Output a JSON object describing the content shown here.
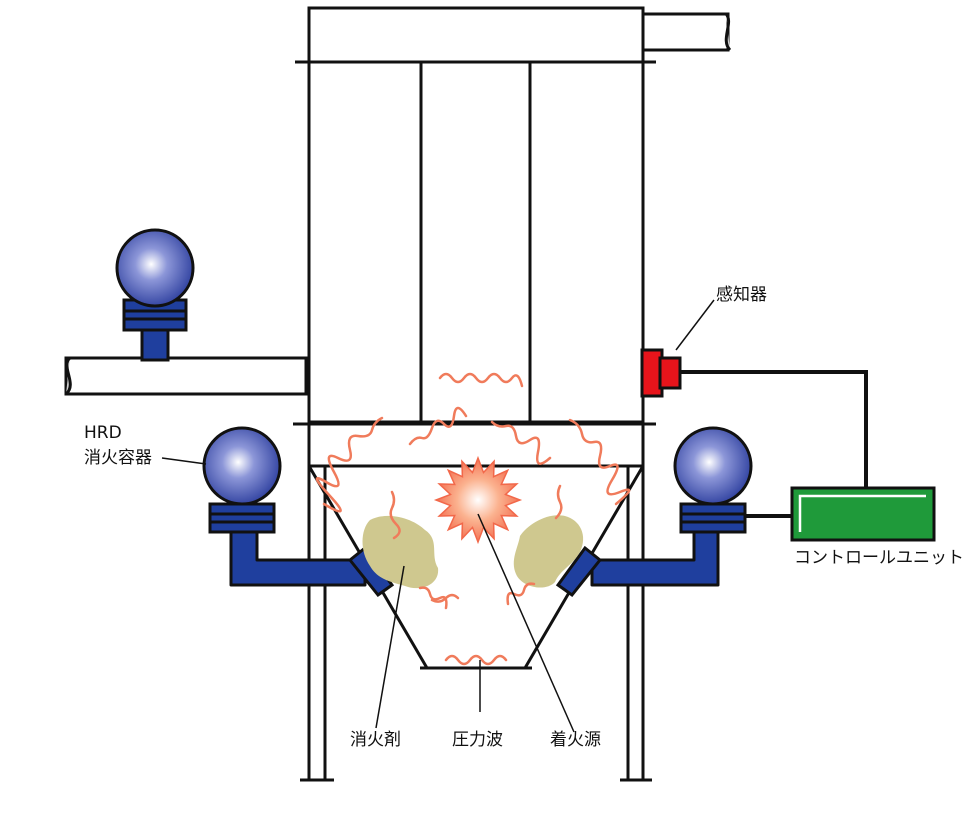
{
  "labels": {
    "sensor": "感知器",
    "hrd_line1": "HRD",
    "hrd_line2": "消火容器",
    "control_unit": "コントロールユニット",
    "suppressant": "消火剤",
    "pressure_wave": "圧力波",
    "ignition_source": "着火源"
  },
  "colors": {
    "pipe_blue": "#1f3f9e",
    "sensor_red": "#e8141b",
    "control_green": "#1f9a3a",
    "suppressant_khaki": "#cfc88f",
    "wave_orange": "#f07b5b",
    "explosion_orange": "#f2684a"
  }
}
